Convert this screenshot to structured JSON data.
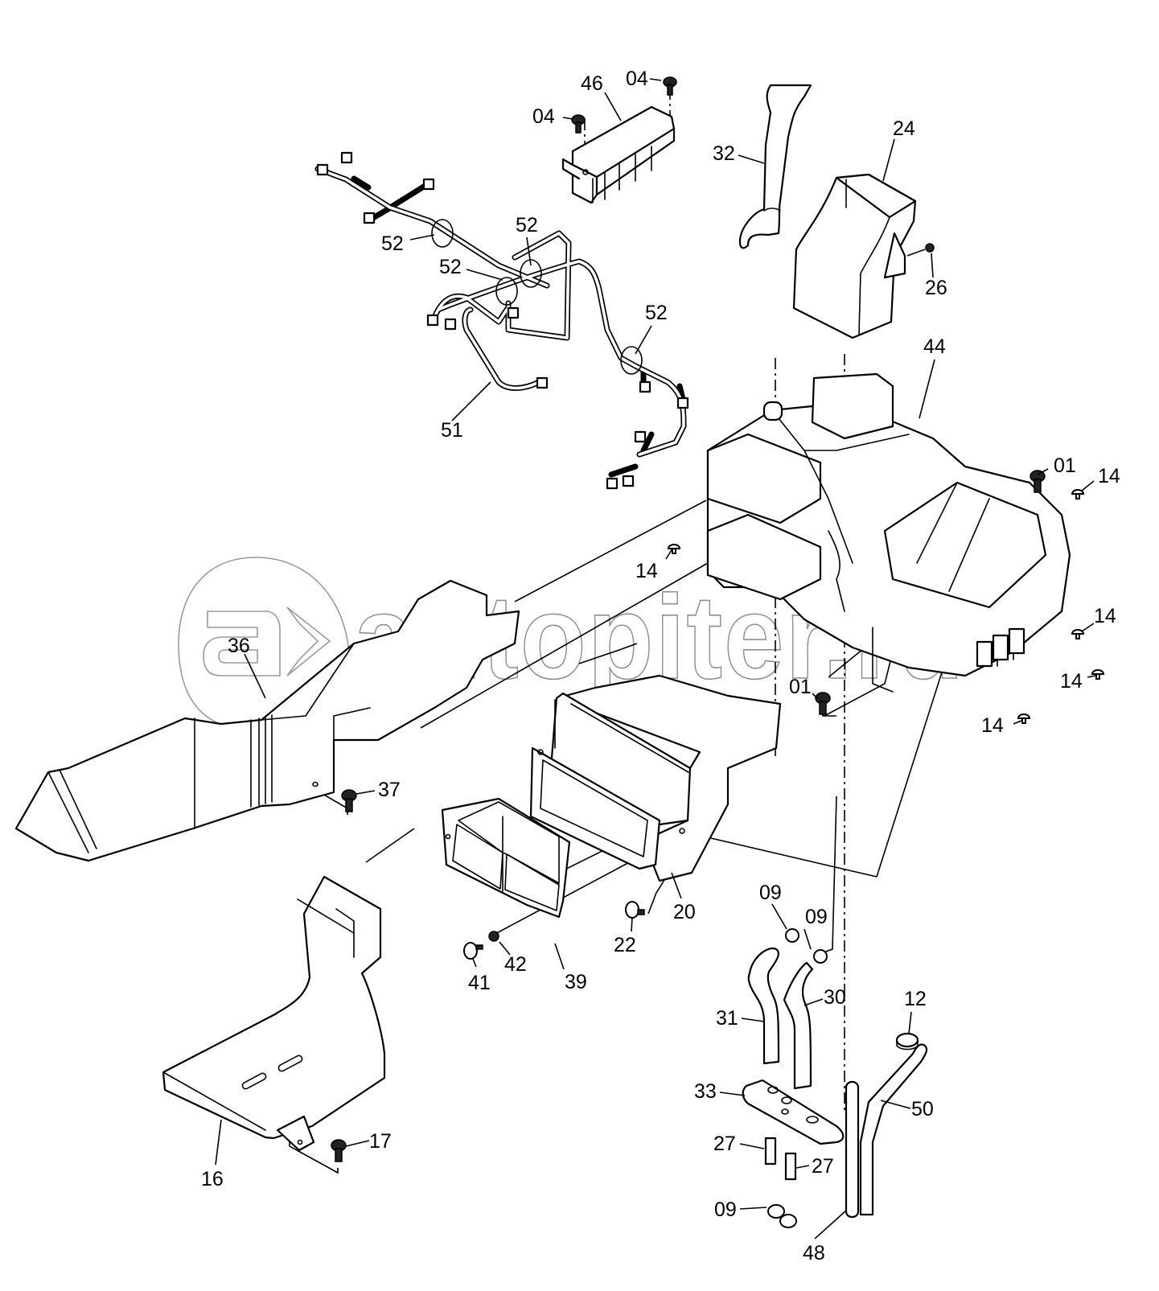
{
  "diagram": {
    "type": "exploded-parts-diagram",
    "subject": "cab air conditioner / heater unit assembly",
    "watermark": {
      "text": "autopiter.ru",
      "logo_glyph": "a›"
    },
    "parts": [
      {
        "id": "p01a",
        "number": "01",
        "description": "bolt (upper right, unit mount)"
      },
      {
        "id": "p01b",
        "number": "01",
        "description": "bolt (lower, unit mount)"
      },
      {
        "id": "p04a",
        "number": "04",
        "description": "bolt (controller, left)"
      },
      {
        "id": "p04b",
        "number": "04",
        "description": "bolt (controller, right)"
      },
      {
        "id": "p09a",
        "number": "09",
        "description": "hose clamp"
      },
      {
        "id": "p09b",
        "number": "09",
        "description": "hose clamp"
      },
      {
        "id": "p09c",
        "number": "09",
        "description": "hose clamps (pair)"
      },
      {
        "id": "p12",
        "number": "12",
        "description": "cap"
      },
      {
        "id": "p14a",
        "number": "14",
        "description": "clip"
      },
      {
        "id": "p14b",
        "number": "14",
        "description": "clip"
      },
      {
        "id": "p14c",
        "number": "14",
        "description": "clip"
      },
      {
        "id": "p14d",
        "number": "14",
        "description": "clip"
      },
      {
        "id": "p14e",
        "number": "14",
        "description": "clip"
      },
      {
        "id": "p16",
        "number": "16",
        "description": "floor duct"
      },
      {
        "id": "p17",
        "number": "17",
        "description": "bolt"
      },
      {
        "id": "p20",
        "number": "20",
        "description": "inlet duct / filter housing"
      },
      {
        "id": "p22",
        "number": "22",
        "description": "knob"
      },
      {
        "id": "p24",
        "number": "24",
        "description": "duct"
      },
      {
        "id": "p26",
        "number": "26",
        "description": "screw"
      },
      {
        "id": "p27a",
        "number": "27",
        "description": "nipple"
      },
      {
        "id": "p27b",
        "number": "27",
        "description": "nipple"
      },
      {
        "id": "p30",
        "number": "30",
        "description": "hose"
      },
      {
        "id": "p31",
        "number": "31",
        "description": "hose"
      },
      {
        "id": "p32",
        "number": "32",
        "description": "drain hose"
      },
      {
        "id": "p33",
        "number": "33",
        "description": "plate"
      },
      {
        "id": "p36",
        "number": "36",
        "description": "front duct"
      },
      {
        "id": "p37",
        "number": "37",
        "description": "bolt"
      },
      {
        "id": "p39",
        "number": "39",
        "description": "filter"
      },
      {
        "id": "p41",
        "number": "41",
        "description": "knob"
      },
      {
        "id": "p42",
        "number": "42",
        "description": "nut"
      },
      {
        "id": "p44",
        "number": "44",
        "description": "air conditioner unit"
      },
      {
        "id": "p46",
        "number": "46",
        "description": "controller"
      },
      {
        "id": "p48",
        "number": "48",
        "description": "pipe"
      },
      {
        "id": "p50",
        "number": "50",
        "description": "pipe"
      },
      {
        "id": "p51",
        "number": "51",
        "description": "wire harness"
      },
      {
        "id": "p52a",
        "number": "52",
        "description": "band"
      },
      {
        "id": "p52b",
        "number": "52",
        "description": "band"
      },
      {
        "id": "p52c",
        "number": "52",
        "description": "band"
      },
      {
        "id": "p52d",
        "number": "52",
        "description": "band"
      }
    ]
  }
}
